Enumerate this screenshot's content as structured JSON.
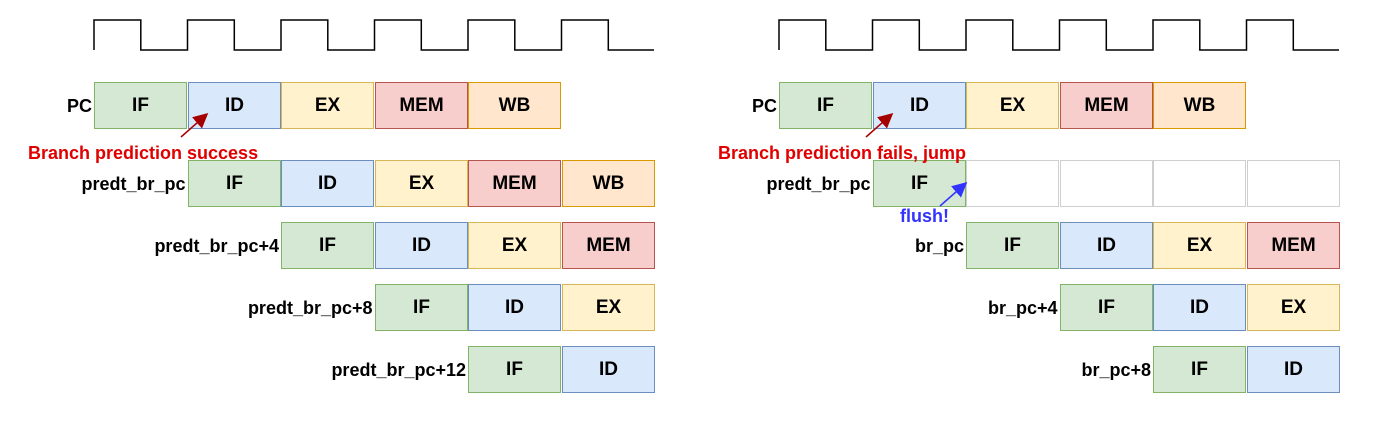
{
  "colors": {
    "IF": "#d5e8d4",
    "ID": "#dae8fc",
    "EX": "#fff2cc",
    "MEM": "#f8cecc",
    "WB": "#ffe6cc",
    "annotation_red": "#e00000",
    "annotation_blue": "#3333ff"
  },
  "left_panel": {
    "rows": [
      {
        "label": "PC",
        "stages": [
          "IF",
          "ID",
          "EX",
          "MEM",
          "WB"
        ]
      },
      {
        "label": "predt_br_pc",
        "stages": [
          "IF",
          "ID",
          "EX",
          "MEM",
          "WB"
        ]
      },
      {
        "label": "predt_br_pc+4",
        "stages": [
          "IF",
          "ID",
          "EX",
          "MEM"
        ]
      },
      {
        "label": "predt_br_pc+8",
        "stages": [
          "IF",
          "ID",
          "EX"
        ]
      },
      {
        "label": "predt_br_pc+12",
        "stages": [
          "IF",
          "ID"
        ]
      }
    ],
    "annotation": "Branch prediction success"
  },
  "right_panel": {
    "rows": [
      {
        "label": "PC",
        "stages": [
          "IF",
          "ID",
          "EX",
          "MEM",
          "WB"
        ]
      },
      {
        "label": "predt_br_pc",
        "stages": [
          "IF",
          "",
          "",
          "",
          ""
        ]
      },
      {
        "label": "br_pc",
        "stages": [
          "IF",
          "ID",
          "EX",
          "MEM"
        ]
      },
      {
        "label": "br_pc+4",
        "stages": [
          "IF",
          "ID",
          "EX"
        ]
      },
      {
        "label": "br_pc+8",
        "stages": [
          "IF",
          "ID"
        ]
      }
    ],
    "annotation": "Branch prediction fails, jump",
    "flush_label": "flush!"
  }
}
